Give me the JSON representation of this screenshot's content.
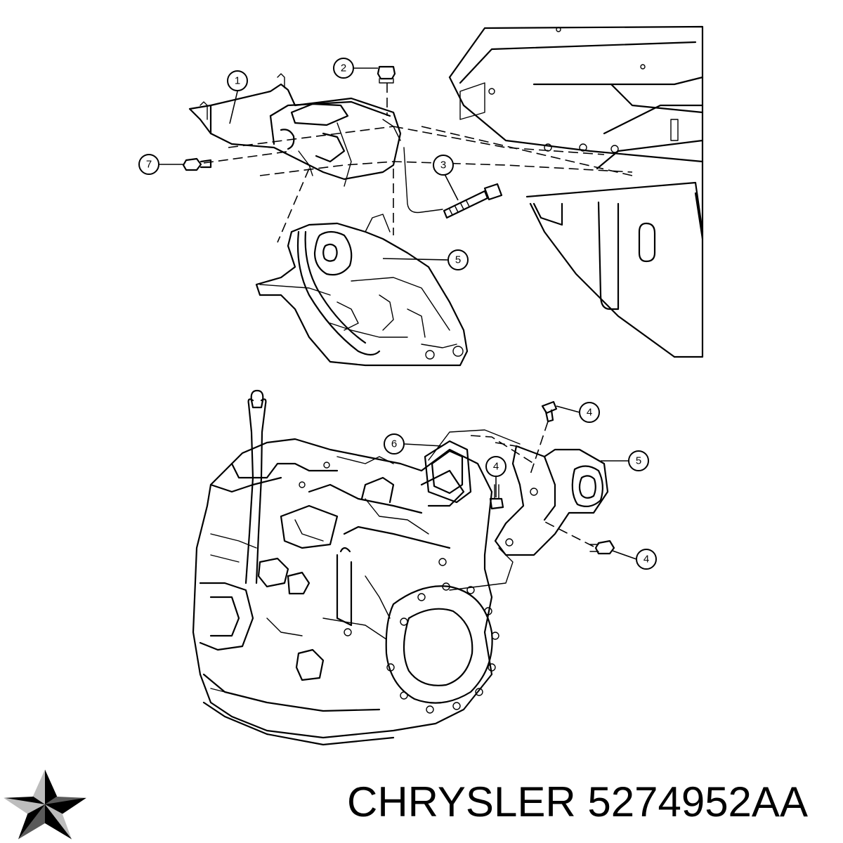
{
  "diagram": {
    "callouts": {
      "c1": "1",
      "c2": "2",
      "c3": "3",
      "c4a": "4",
      "c4b": "4",
      "c4c": "4",
      "c5a": "5",
      "c5b": "5",
      "c6": "6",
      "c7": "7"
    }
  },
  "footer": {
    "brand": "CHRYSLER",
    "part_number": "5274952AA",
    "logo_icon": "pentastar-icon"
  }
}
